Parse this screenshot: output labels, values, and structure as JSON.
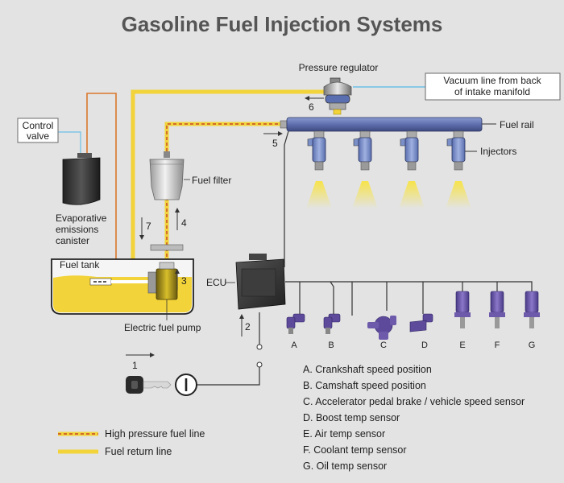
{
  "title": "Gasoline Fuel Injection Systems",
  "labels": {
    "pressure_regulator": "Pressure regulator",
    "vacuum_line_1": "Vacuum line from back",
    "vacuum_line_2": "of intake manifold",
    "fuel_rail": "Fuel rail",
    "injectors": "Injectors",
    "control_valve_1": "Control",
    "control_valve_2": "valve",
    "canister_1": "Evaporative",
    "canister_2": "emissions",
    "canister_3": "canister",
    "fuel_filter": "Fuel filter",
    "fuel_tank": "Fuel tank",
    "electric_fuel_pump": "Electric fuel pump",
    "ecu": "ECU"
  },
  "flow_numbers": [
    "1",
    "2",
    "3",
    "4",
    "5",
    "6",
    "7"
  ],
  "sensors": [
    {
      "letter": "A",
      "text": "A.  Crankshaft speed position"
    },
    {
      "letter": "B",
      "text": "B.  Camshaft speed position"
    },
    {
      "letter": "C",
      "text": "C.  Accelerator pedal brake / vehicle speed sensor"
    },
    {
      "letter": "D",
      "text": "D.  Boost temp sensor"
    },
    {
      "letter": "E",
      "text": "E.  Air temp sensor"
    },
    {
      "letter": "F",
      "text": "F.  Coolant temp sensor"
    },
    {
      "letter": "G",
      "text": "G.  Oil temp sensor"
    }
  ],
  "legend": {
    "high_pressure": "High pressure fuel line",
    "return_line": "Fuel return line"
  },
  "colors": {
    "fuel": "#f2d33a",
    "high_pressure_dash": "#c8472a",
    "evap_line": "#d9772b",
    "vacuum_line": "#6cc0e6",
    "injector_body": "#7a8fc8",
    "sensor_purple": "#5e4a9a",
    "wire": "#333333"
  }
}
